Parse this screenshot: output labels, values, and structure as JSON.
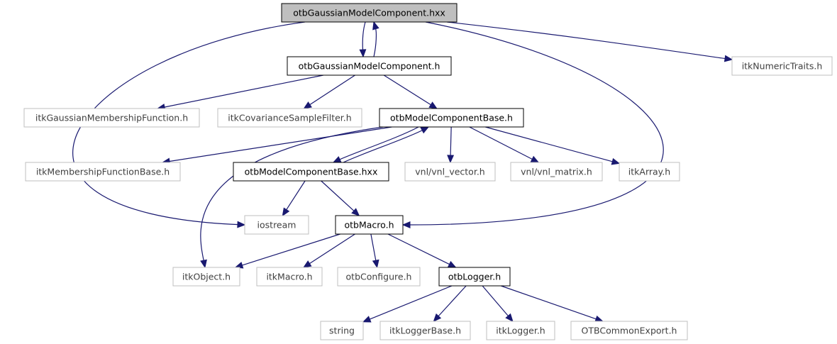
{
  "colors": {
    "edge": "#191970",
    "root_fill": "#bfbfbf",
    "node_border": "#000000",
    "external_border": "#bfbfbf",
    "background": "#ffffff"
  },
  "nodes": [
    {
      "id": "otb_gmc_hxx",
      "label": "otbGaussianModelComponent.hxx",
      "kind": "root"
    },
    {
      "id": "otb_gmc_h",
      "label": "otbGaussianModelComponent.h",
      "kind": "internal"
    },
    {
      "id": "itk_numeric_traits",
      "label": "itkNumericTraits.h",
      "kind": "external"
    },
    {
      "id": "itk_gauss_mf",
      "label": "itkGaussianMembershipFunction.h",
      "kind": "external"
    },
    {
      "id": "itk_cov_filter",
      "label": "itkCovarianceSampleFilter.h",
      "kind": "external"
    },
    {
      "id": "otb_mcb_h",
      "label": "otbModelComponentBase.h",
      "kind": "internal"
    },
    {
      "id": "itk_mf_base",
      "label": "itkMembershipFunctionBase.h",
      "kind": "external"
    },
    {
      "id": "otb_mcb_hxx",
      "label": "otbModelComponentBase.hxx",
      "kind": "internal"
    },
    {
      "id": "vnl_vector",
      "label": "vnl/vnl_vector.h",
      "kind": "external"
    },
    {
      "id": "vnl_matrix",
      "label": "vnl/vnl_matrix.h",
      "kind": "external"
    },
    {
      "id": "itk_array",
      "label": "itkArray.h",
      "kind": "external"
    },
    {
      "id": "iostream",
      "label": "iostream",
      "kind": "external"
    },
    {
      "id": "otb_macro",
      "label": "otbMacro.h",
      "kind": "internal"
    },
    {
      "id": "itk_object",
      "label": "itkObject.h",
      "kind": "external"
    },
    {
      "id": "itk_macro",
      "label": "itkMacro.h",
      "kind": "external"
    },
    {
      "id": "otb_configure",
      "label": "otbConfigure.h",
      "kind": "external"
    },
    {
      "id": "otb_logger",
      "label": "otbLogger.h",
      "kind": "internal"
    },
    {
      "id": "string",
      "label": "string",
      "kind": "external"
    },
    {
      "id": "itk_logger_base",
      "label": "itkLoggerBase.h",
      "kind": "external"
    },
    {
      "id": "itk_logger",
      "label": "itkLogger.h",
      "kind": "external"
    },
    {
      "id": "otb_common_export",
      "label": "OTBCommonExport.h",
      "kind": "external"
    }
  ],
  "edges": [
    {
      "from": "otb_gmc_hxx",
      "to": "otb_gmc_h"
    },
    {
      "from": "otb_gmc_h",
      "to": "otb_gmc_hxx"
    },
    {
      "from": "otb_gmc_hxx",
      "to": "itk_numeric_traits"
    },
    {
      "from": "otb_gmc_hxx",
      "to": "iostream"
    },
    {
      "from": "otb_gmc_hxx",
      "to": "otb_macro"
    },
    {
      "from": "otb_gmc_h",
      "to": "itk_gauss_mf"
    },
    {
      "from": "otb_gmc_h",
      "to": "itk_cov_filter"
    },
    {
      "from": "otb_gmc_h",
      "to": "otb_mcb_h"
    },
    {
      "from": "otb_mcb_h",
      "to": "itk_mf_base"
    },
    {
      "from": "otb_mcb_h",
      "to": "otb_mcb_hxx"
    },
    {
      "from": "otb_mcb_hxx",
      "to": "otb_mcb_h"
    },
    {
      "from": "otb_mcb_h",
      "to": "vnl_vector"
    },
    {
      "from": "otb_mcb_h",
      "to": "vnl_matrix"
    },
    {
      "from": "otb_mcb_h",
      "to": "itk_array"
    },
    {
      "from": "otb_mcb_h",
      "to": "itk_object"
    },
    {
      "from": "otb_mcb_hxx",
      "to": "iostream"
    },
    {
      "from": "otb_mcb_hxx",
      "to": "otb_macro"
    },
    {
      "from": "otb_macro",
      "to": "itk_object"
    },
    {
      "from": "otb_macro",
      "to": "itk_macro"
    },
    {
      "from": "otb_macro",
      "to": "otb_configure"
    },
    {
      "from": "otb_macro",
      "to": "otb_logger"
    },
    {
      "from": "otb_logger",
      "to": "string"
    },
    {
      "from": "otb_logger",
      "to": "itk_logger_base"
    },
    {
      "from": "otb_logger",
      "to": "itk_logger"
    },
    {
      "from": "otb_logger",
      "to": "otb_common_export"
    }
  ]
}
